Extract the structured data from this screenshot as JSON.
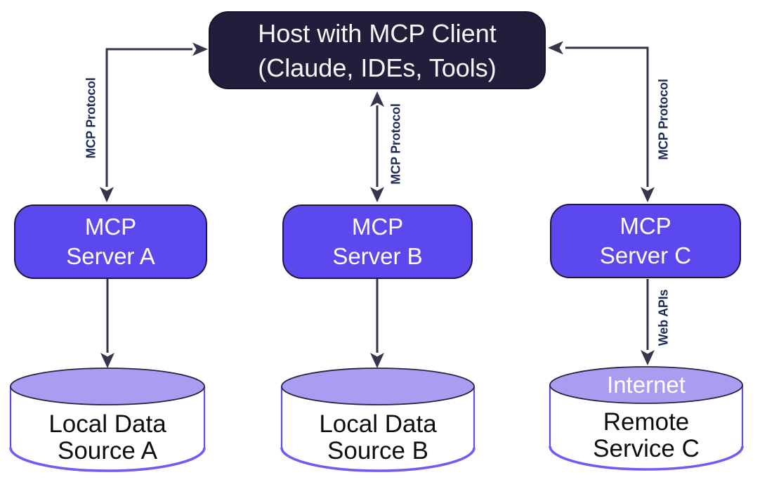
{
  "host": {
    "line1": "Host with MCP Client",
    "line2": "(Claude, IDEs, Tools)"
  },
  "servers": [
    {
      "line1": "MCP",
      "line2": "Server A"
    },
    {
      "line1": "MCP",
      "line2": "Server B"
    },
    {
      "line1": "MCP",
      "line2": "Server C"
    }
  ],
  "data_sources": [
    {
      "line1": "Local Data",
      "line2": "Source A"
    },
    {
      "line1": "Local Data",
      "line2": "Source B"
    },
    {
      "line1": "Remote",
      "line2": "Service C"
    }
  ],
  "internet_label": "Internet",
  "protocol_labels": {
    "left": "MCP Protocol",
    "middle": "MCP Protocol",
    "right": "MCP Protocol",
    "web_apis": "Web APIs"
  },
  "colors": {
    "background": "#ffffff",
    "host_box": "#201e3a",
    "server_box": "#5b48ee",
    "box_text": "#ffffff",
    "cylinder_top_fill": "#a89df0",
    "cylinder_outline": "#5a50e6",
    "cylinder_bottom_arc": "#6f5cf2",
    "arrow": "#34324a",
    "protocol_label_text": "#1f2a56",
    "data_source_text": "#0c0c12"
  }
}
